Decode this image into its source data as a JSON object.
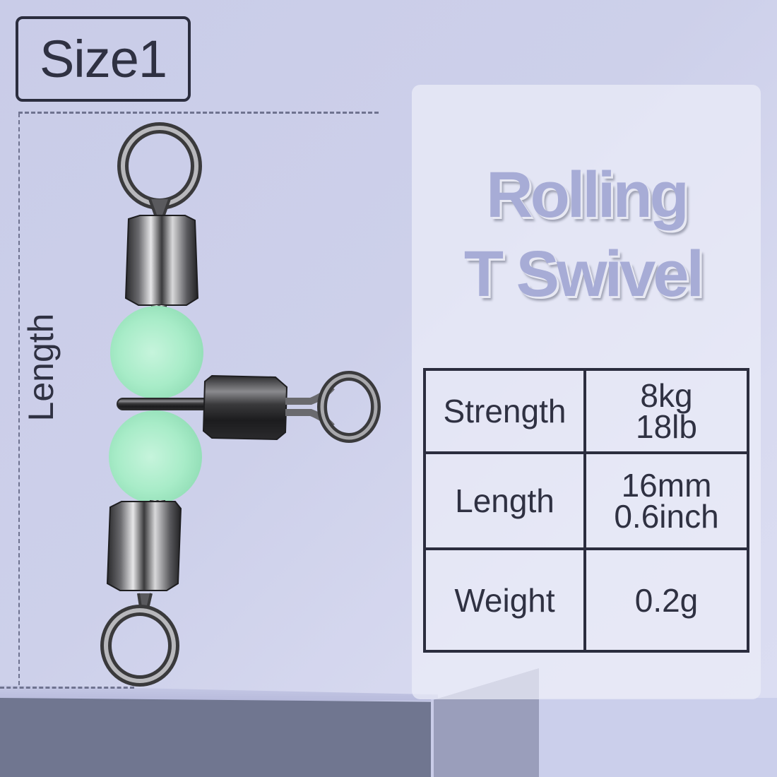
{
  "size_badge": {
    "label": "Size1"
  },
  "measurement": {
    "axis_label": "Length"
  },
  "product": {
    "title_line1": "Rolling",
    "title_line2": "T Swivel",
    "colors": {
      "bead": "#a8ecc8",
      "metal_dark": "#2c2c2e",
      "metal_light": "#d0d0d2",
      "title": "#a7acd6",
      "text": "#2f3142",
      "background": "#c9cce8"
    }
  },
  "specs": {
    "rows": [
      {
        "label": "Strength",
        "value_line1": "8kg",
        "value_line2": "18lb"
      },
      {
        "label": "Length",
        "value_line1": "16mm",
        "value_line2": "0.6inch"
      },
      {
        "label": "Weight",
        "value_line1": "0.2g",
        "value_line2": ""
      }
    ]
  }
}
